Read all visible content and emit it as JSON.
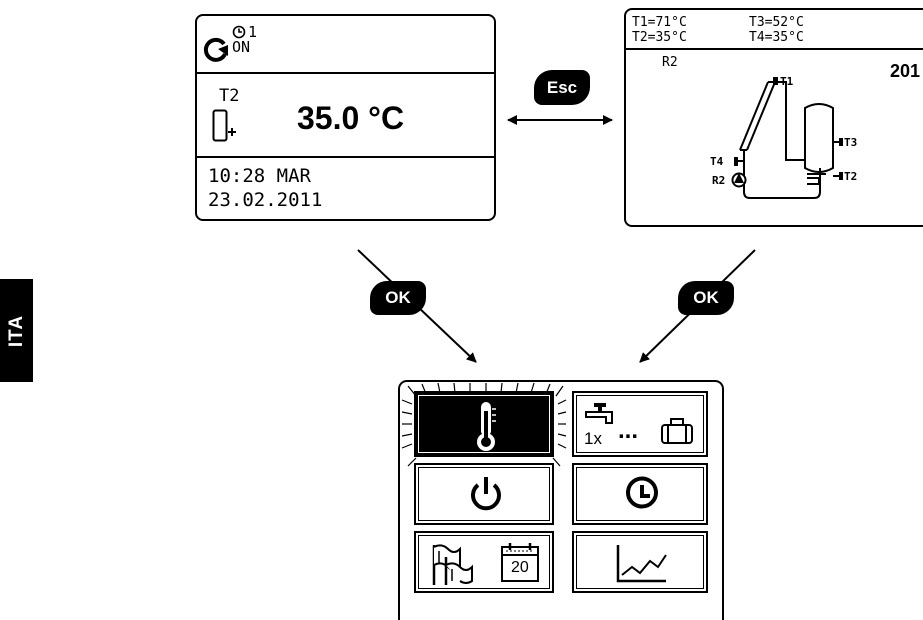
{
  "side_tab": {
    "label": "ITA"
  },
  "left_screen": {
    "timer_number": "1",
    "status": "ON",
    "sensor_label": "T2",
    "temperature": "35.0 °C",
    "time_line": "10:28 MAR",
    "date_line": "23.02.2011"
  },
  "right_screen": {
    "t1": "T1=71°C",
    "t3": "T3=52°C",
    "t2": "T2=35°C",
    "t4": "T4=35°C",
    "output_label": "R2",
    "scheme_number": "201",
    "diagram": {
      "sensor_t1": "T1",
      "sensor_t3": "T3",
      "sensor_t4": "T4",
      "pump_r2": "R2",
      "sensor_t2": "T2"
    }
  },
  "keys": {
    "esc": "Esc",
    "ok_left": "OK",
    "ok_right": "OK"
  },
  "menu": {
    "items": [
      {
        "id": "temperature",
        "icon": "thermometer-icon",
        "selected": true
      },
      {
        "id": "one-time-holiday",
        "icon": "tap-suitcase-icon",
        "label": "1x",
        "dots": "...",
        "selected": false
      },
      {
        "id": "on-off",
        "icon": "power-icon",
        "selected": false
      },
      {
        "id": "timer",
        "icon": "clock-icon",
        "selected": false
      },
      {
        "id": "calendar-settings",
        "icon": "flags-calendar-icon",
        "label": "20",
        "selected": false
      },
      {
        "id": "statistics",
        "icon": "line-graph-icon",
        "selected": false
      }
    ]
  }
}
